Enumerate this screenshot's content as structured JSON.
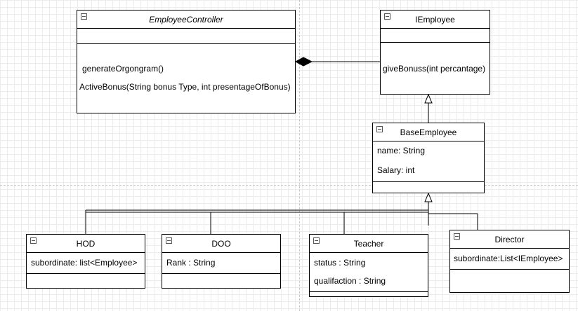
{
  "classes": {
    "employee_controller": {
      "name": "EmployeeController",
      "methods": [
        "generateOrgongram()",
        "ActiveBonus(String bonus Type, int presentageOfBonus)"
      ]
    },
    "iemployee": {
      "name": "IEmployee",
      "methods": [
        "giveBonuss(int percantage)"
      ]
    },
    "base_employee": {
      "name": "BaseEmployee",
      "attributes": [
        "name: String",
        "Salary: int"
      ]
    },
    "hod": {
      "name": "HOD",
      "attributes": [
        "subordinate: list<Employee>"
      ]
    },
    "doo": {
      "name": "DOO",
      "attributes": [
        "Rank : String"
      ]
    },
    "teacher": {
      "name": "Teacher",
      "attributes": [
        "status : String",
        "qualifaction : String"
      ]
    },
    "director": {
      "name": "Director",
      "attributes": [
        "subordinate:List<IEmployee>"
      ]
    }
  },
  "colors": {
    "line": "#000000",
    "box_fill": "#ffffff",
    "grid_minor": "#ececec",
    "grid_major": "#c9c9c9"
  }
}
